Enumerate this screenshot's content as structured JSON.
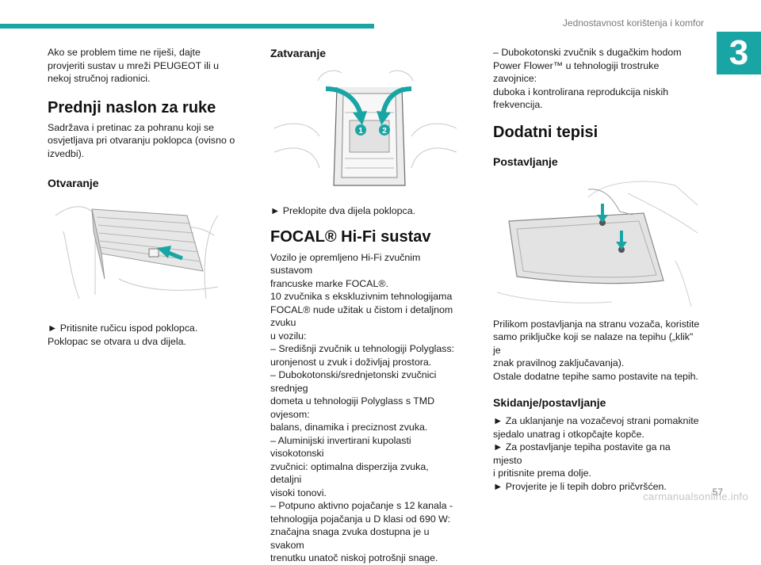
{
  "header": {
    "running_title": "Jednostavnost korištenja i komfor",
    "chapter": "3"
  },
  "col1": {
    "intro": "Ako se problem time ne riješi, dajte provjeriti sustav u mreži PEUGEOT ili u nekoj stručnoj radionici.",
    "h1": "Prednji naslon za ruke",
    "desc": "Sadržava i pretinac za pohranu koji se osvjetljava pri otvaranju poklopca (ovisno o izvedbi).",
    "h2": "Otvaranje",
    "step1": "► Pritisnite ručicu ispod poklopca.",
    "step2": "Poklopac se otvara u dva dijela."
  },
  "col2": {
    "h2": "Zatvaranje",
    "badge1": "1",
    "badge2": "2",
    "step": "► Preklopite dva dijela poklopca.",
    "h1": "FOCAL® Hi-Fi sustav",
    "lines": [
      "Vozilo je opremljeno Hi-Fi zvučnim sustavom",
      "francuske marke FOCAL®.",
      "10 zvučnika s ekskluzivnim tehnologijama",
      "FOCAL® nude užitak u čistom i detaljnom zvuku",
      "u vozilu:",
      "– Središnji zvučnik u tehnologiji Polyglass:",
      "uronjenost u zvuk i doživljaj prostora.",
      "– Dubokotonski/srednjetonski zvučnici srednjeg",
      "dometa u tehnologiji Polyglass s TMD ovjesom:",
      "balans, dinamika i preciznost zvuka.",
      "– Aluminijski invertirani kupolasti visokotonski",
      "zvučnici: optimalna disperzija zvuka, detaljni",
      "visoki tonovi.",
      "– Potpuno aktivno pojačanje s 12 kanala -",
      "tehnologija pojačanja u D klasi od 690 W:",
      "značajna snaga zvuka dostupna je u svakom",
      "trenutku unatoč niskoj potrošnji snage."
    ]
  },
  "col3": {
    "subwoofer": [
      "– Dubokotonski zvučnik s dugačkim hodom",
      "Power Flower™ u tehnologiji trostruke zavojnice:",
      "duboka i kontrolirana reprodukcija niskih",
      "frekvencija."
    ],
    "h1": "Dodatni tepisi",
    "h2_install": "Postavljanje",
    "install_text": [
      "Prilikom postavljanja na stranu vozača, koristite",
      "samo priključke koji se nalaze na tepihu („klik\" je",
      "znak pravilnog zaključavanja).",
      "Ostale dodatne tepihe samo postavite na tepih."
    ],
    "h2_remove": "Skidanje/postavljanje",
    "remove_steps": [
      "► Za uklanjanje na vozačevoj strani pomaknite",
      "sjedalo unatrag i otkopčajte kopče.",
      "► Za postavljanje tepiha postavite ga na mjesto",
      "i pritisnite prema dolje.",
      "► Provjerite je li tepih dobro pričvršćen."
    ]
  },
  "footer": {
    "page_number": "57",
    "watermark": "carmanualsonline.info"
  },
  "colors": {
    "accent": "#1aa5a5",
    "text": "#1a1a1a",
    "muted": "#7a7a7a"
  }
}
